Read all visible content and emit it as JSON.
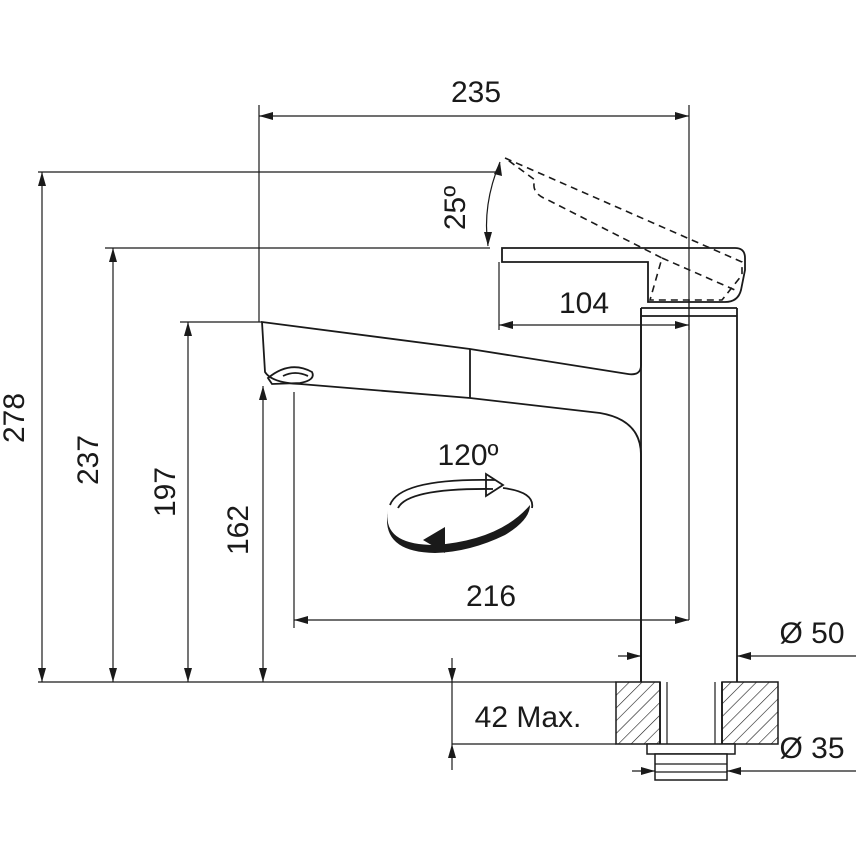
{
  "dimensions": {
    "total_width": "235",
    "total_height": "278",
    "lever_height": "237",
    "spout_top_height": "197",
    "spout_outlet_height": "162",
    "lever_length": "104",
    "spout_reach": "216",
    "lever_angle": "25º",
    "swivel_angle": "120º",
    "body_diameter": "Ø 50",
    "thread_diameter": "Ø 35",
    "max_counter_thickness": "42 Max."
  }
}
